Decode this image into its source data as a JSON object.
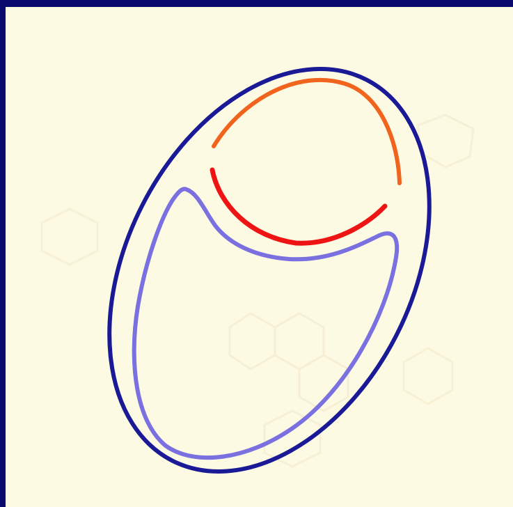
{
  "diagram": {
    "colors": {
      "background_frame": "#0a0a6e",
      "paper": "#fdfae4",
      "watermark": "#f1e7c6",
      "outer_ellipse": "#1a1a96",
      "inner_loop": "#7a70e0",
      "upper_arc": "#f0641e",
      "lower_arc": "#ee1414"
    },
    "elements": [
      "outer-ellipse",
      "inner-loop",
      "upper-arc",
      "lower-arc"
    ]
  }
}
